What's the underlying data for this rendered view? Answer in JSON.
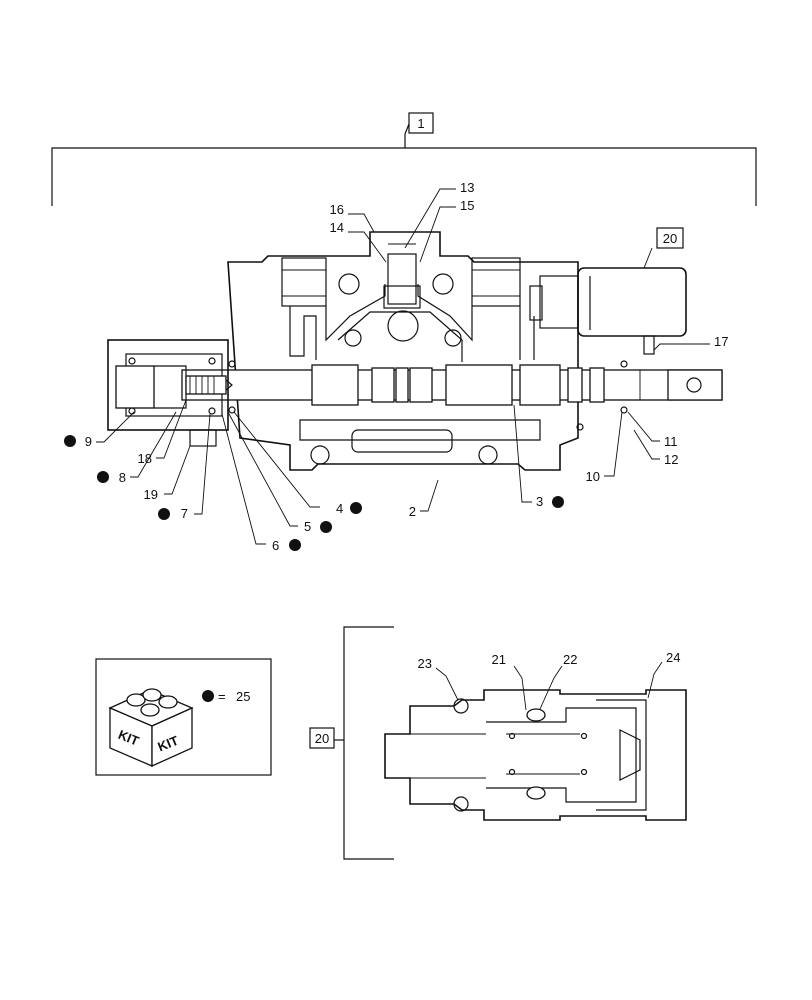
{
  "callouts": {
    "c1": "1",
    "c2": "2",
    "c3": "3",
    "c4": "4",
    "c5": "5",
    "c6": "6",
    "c7": "7",
    "c8": "8",
    "c9": "9",
    "c10": "10",
    "c11": "11",
    "c12": "12",
    "c13": "13",
    "c14": "14",
    "c15": "15",
    "c16": "16",
    "c17": "17",
    "c18": "18",
    "c19": "19",
    "c20a": "20",
    "c20b": "20",
    "c21": "21",
    "c22": "22",
    "c23": "23",
    "c24": "24"
  },
  "kit": {
    "word1": "KIT",
    "word2": "KIT",
    "legend_symbol": "=",
    "legend_ref": "25"
  }
}
